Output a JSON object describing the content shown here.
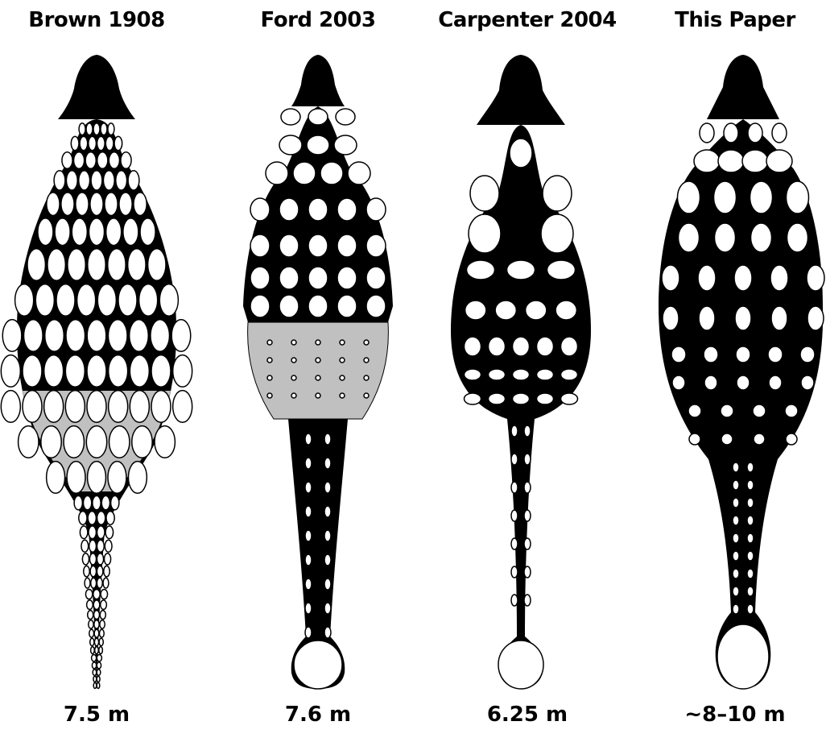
{
  "panels": [
    {
      "id": "brown",
      "title": "Brown 1908",
      "length": "7.5 m"
    },
    {
      "id": "ford",
      "title": "Ford 2003",
      "length": "7.6 m"
    },
    {
      "id": "carpenter",
      "title": "Carpenter 2004",
      "length": "6.25 m"
    },
    {
      "id": "thispaper",
      "title": "This Paper",
      "length": "~8–10 m"
    }
  ],
  "colors": {
    "armor_black": "#000000",
    "osteoderm_white": "#ffffff",
    "unknown_gray": "#c0c0c0"
  }
}
